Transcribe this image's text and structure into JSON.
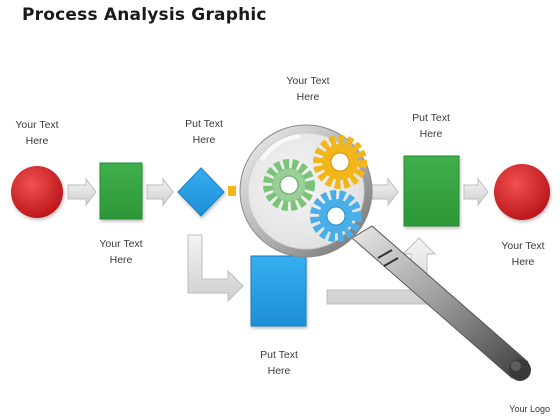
{
  "title": "Process Analysis Graphic",
  "labels": {
    "start_top": [
      "Your Text",
      "Here"
    ],
    "green_bottom": [
      "Your Text",
      "Here"
    ],
    "diamond_top": [
      "Put Text",
      "Here"
    ],
    "center_top": [
      "Your Text",
      "Here"
    ],
    "blue_bottom": [
      "Put Text",
      "Here"
    ],
    "green2_top": [
      "Put Text",
      "Here"
    ],
    "end_bottom": [
      "Your Text",
      "Here"
    ]
  },
  "logo": "Your Logo",
  "colors": {
    "red": "#d42027",
    "green": "#37a642",
    "blue": "#2a9fe6",
    "gear_green": "#7cc47a",
    "gear_yellow": "#f2b61a",
    "gear_blue": "#4aaee8",
    "arrow_gray": "#dddddd"
  },
  "icons": [
    "magnifier-icon",
    "gear-icon"
  ]
}
